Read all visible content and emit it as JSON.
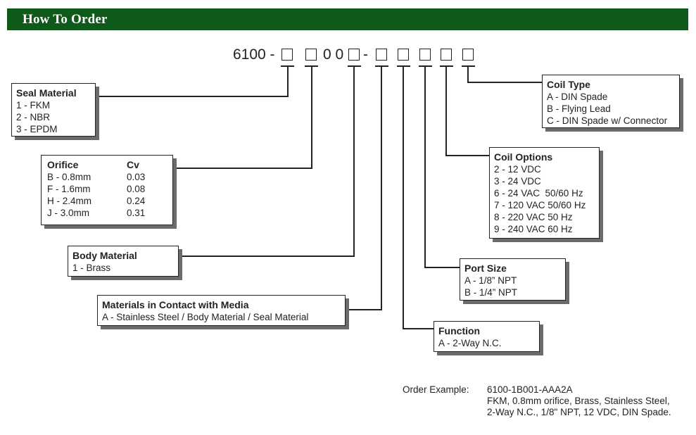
{
  "header": {
    "title": "How To Order"
  },
  "code": {
    "prefix": "6100 -",
    "zeros": "0 0",
    "dash2": "-"
  },
  "seal_material": {
    "title": "Seal Material",
    "items": [
      "1 - FKM",
      "2 - NBR",
      "3 - EPDM"
    ]
  },
  "orifice": {
    "title": "Orifice",
    "cv_title": "Cv",
    "items": [
      {
        "label": "B - 0.8mm",
        "cv": "0.03"
      },
      {
        "label": "F - 1.6mm",
        "cv": "0.08"
      },
      {
        "label": "H - 2.4mm",
        "cv": "0.24"
      },
      {
        "label": "J - 3.0mm",
        "cv": "0.31"
      }
    ]
  },
  "body_material": {
    "title": "Body Material",
    "items": [
      "1 - Brass"
    ]
  },
  "materials_contact": {
    "title": "Materials in Contact with Media",
    "items": [
      "A - Stainless Steel / Body Material / Seal Material"
    ]
  },
  "coil_type": {
    "title": "Coil Type",
    "items": [
      "A - DIN Spade",
      "B - Flying Lead",
      "C - DIN Spade w/ Connector"
    ]
  },
  "coil_options": {
    "title": "Coil Options",
    "items": [
      "2 - 12 VDC",
      "3 - 24 VDC",
      "6 - 24 VAC  50/60 Hz",
      "7 - 120 VAC 50/60 Hz",
      "8 - 220 VAC 50 Hz",
      "9 - 240 VAC 60 Hz"
    ]
  },
  "port_size": {
    "title": "Port Size",
    "items": [
      "A - 1/8” NPT",
      "B - 1/4” NPT"
    ]
  },
  "function": {
    "title": "Function",
    "items": [
      "A - 2-Way N.C."
    ]
  },
  "order_example": {
    "label": "Order Example:",
    "lines": [
      "6100-1B001-AAA2A",
      "FKM, 0.8mm orifice, Brass, Stainless Steel,",
      "2-Way N.C., 1/8\" NPT, 12 VDC, DIN Spade."
    ]
  }
}
